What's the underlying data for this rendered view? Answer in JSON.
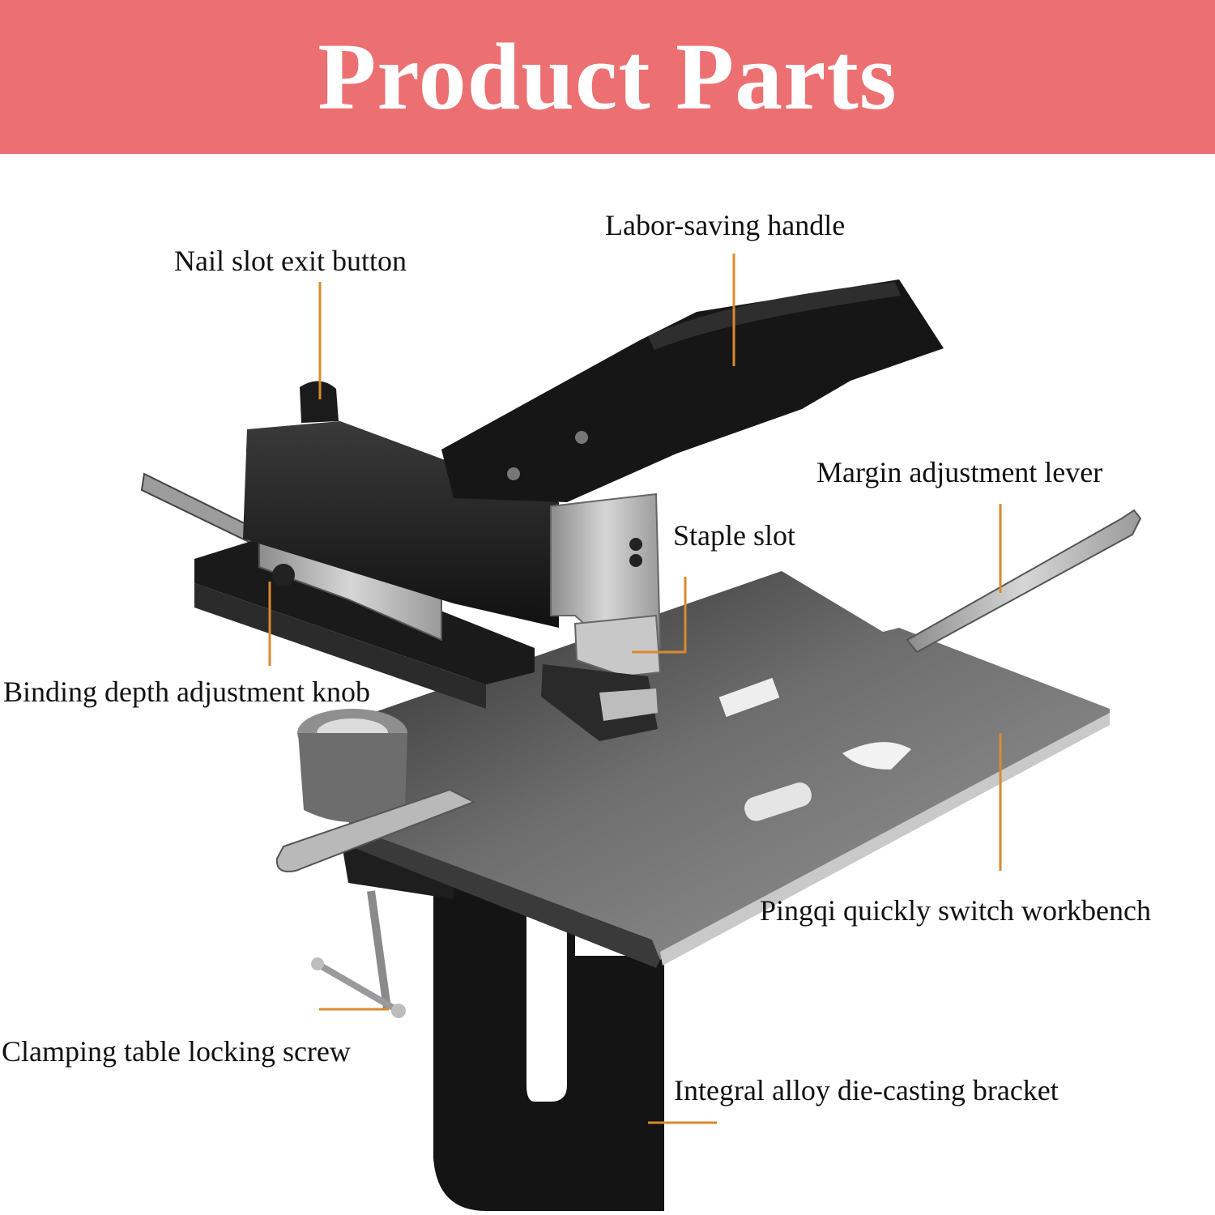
{
  "banner": {
    "title": "Product Parts",
    "background": "#EC7072",
    "text_color": "#FFFFFF"
  },
  "colors": {
    "leader_line": "#D98A2E",
    "machine_body": "#1B1B1B",
    "metal_plate": "#5A5A5A",
    "steel": "#B5B5B5"
  },
  "parts": {
    "labor_saving_handle": "Labor-saving handle",
    "nail_slot_exit_button": "Nail slot exit button",
    "margin_adjustment_lever": "Margin adjustment lever",
    "staple_slot": "Staple slot",
    "binding_depth_adjustment_knob": "Binding depth adjustment knob",
    "workbench": "Pingqi quickly switch workbench",
    "clamping_table_locking_screw": "Clamping table locking screw",
    "die_casting_bracket": "Integral alloy die-casting bracket"
  }
}
